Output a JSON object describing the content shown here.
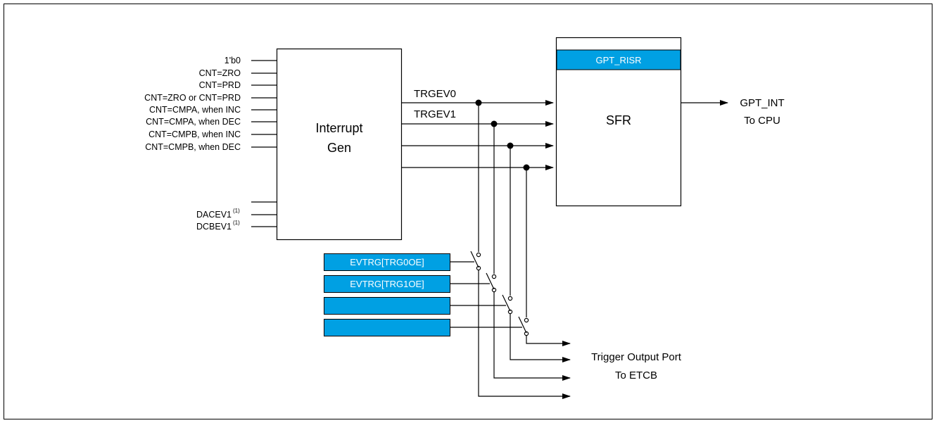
{
  "inputs": [
    {
      "label": "1'b0"
    },
    {
      "label": "CNT=ZRO"
    },
    {
      "label": "CNT=PRD"
    },
    {
      "label": "CNT=ZRO or CNT=PRD"
    },
    {
      "label": "CNT=CMPA, when INC"
    },
    {
      "label": "CNT=CMPA, when DEC"
    },
    {
      "label": "CNT=CMPB, when INC"
    },
    {
      "label": "CNT=CMPB, when DEC"
    },
    {
      "label": ""
    },
    {
      "label": "DACEV1",
      "note": "(1)"
    },
    {
      "label": "DCBEV1",
      "note": "(1)"
    }
  ],
  "interrupt_gen": {
    "line1": "Interrupt",
    "line2": "Gen"
  },
  "trg_labels": [
    "TRGEV0",
    "TRGEV1"
  ],
  "sfr": {
    "label": "SFR",
    "register": "GPT_RISR"
  },
  "output_cpu": {
    "line1": "GPT_INT",
    "line2": "To CPU"
  },
  "enable_registers": [
    "EVTRG[TRG0OE]",
    "EVTRG[TRG1OE]",
    "",
    ""
  ],
  "trigger_out": {
    "line1": "Trigger Output Port",
    "line2": "To ETCB"
  },
  "colors": {
    "register_fill": "#00a0e3",
    "line": "#000000"
  }
}
